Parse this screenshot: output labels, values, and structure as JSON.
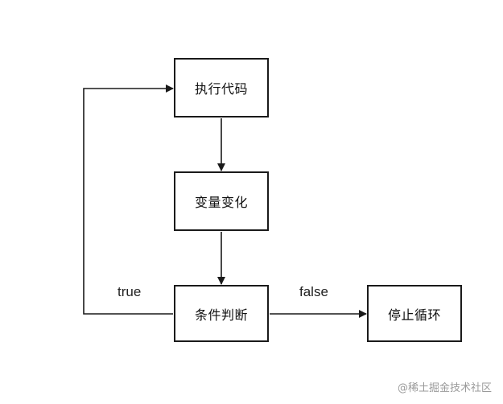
{
  "nodes": {
    "execute_code": "执行代码",
    "variable_change": "变量变化",
    "condition_check": "条件判断",
    "stop_loop": "停止循环"
  },
  "edge_labels": {
    "true": "true",
    "false": "false"
  },
  "watermark": "@稀土掘金技术社区",
  "colors": {
    "stroke": "#1a1a1a",
    "text": "#111111",
    "watermark": "#9a9a9a"
  }
}
